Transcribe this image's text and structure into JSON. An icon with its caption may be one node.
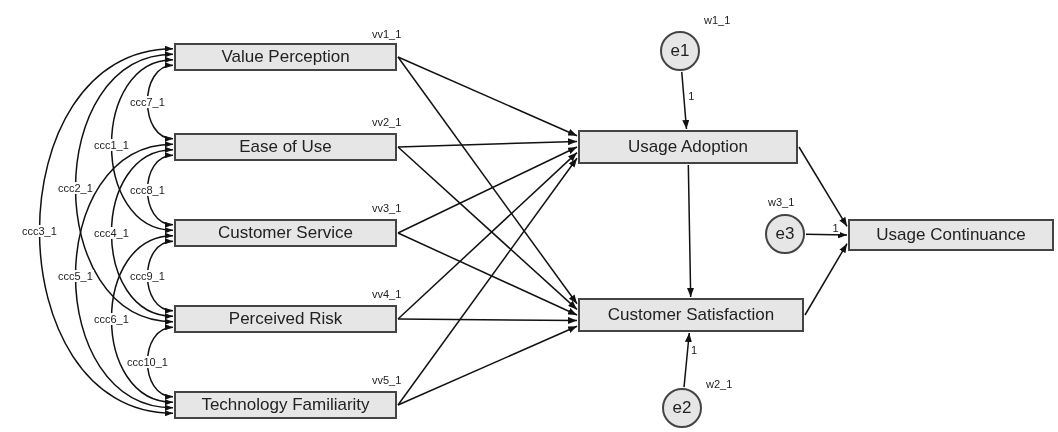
{
  "diagram": {
    "nodes": [
      {
        "text": [
          "Value Perception"
        ],
        "beside": [
          "vv1_1"
        ]
      },
      {
        "text": [
          "Ease of Use"
        ],
        "beside": [
          "vv2_1"
        ]
      },
      {
        "text": [
          "Customer Service"
        ],
        "beside": [
          "vv3_1"
        ]
      },
      {
        "text": [
          "Perceived Risk"
        ],
        "beside": [
          "vv4_1"
        ]
      },
      {
        "text": [
          "Technology Familiarity"
        ],
        "beside": [
          "vv5_1"
        ]
      },
      {
        "text": [
          "Usage Adoption"
        ]
      },
      {
        "text": [
          "Customer Satisfaction"
        ]
      },
      {
        "text": [
          "Usage Continuance"
        ]
      },
      {
        "text": [
          "e1"
        ],
        "beside": [
          "w1_1"
        ]
      },
      {
        "text": [
          "e2"
        ],
        "beside": [
          "w2_1"
        ]
      },
      {
        "text": [
          "e3"
        ],
        "beside": [
          "w3_1"
        ]
      }
    ],
    "edges": [
      {
        "from": 0,
        "to": 1,
        "arrow": "both",
        "label": "ccc7_1"
      },
      {
        "from": 0,
        "to": 2,
        "arrow": "both",
        "label": "ccc1_1"
      },
      {
        "from": 0,
        "to": 3,
        "arrow": "both",
        "label": "ccc2_1"
      },
      {
        "from": 0,
        "to": 4,
        "arrow": "both",
        "label": "ccc3_1"
      },
      {
        "from": 1,
        "to": 2,
        "arrow": "both",
        "label": "ccc8_1"
      },
      {
        "from": 1,
        "to": 3,
        "arrow": "both",
        "label": "ccc4_1"
      },
      {
        "from": 1,
        "to": 4,
        "arrow": "both",
        "label": "ccc5_1"
      },
      {
        "from": 2,
        "to": 3,
        "arrow": "both",
        "label": "ccc9_1"
      },
      {
        "from": 2,
        "to": 4,
        "arrow": "both",
        "label": "ccc6_1"
      },
      {
        "from": 3,
        "to": 4,
        "arrow": "both",
        "label": "ccc10_1"
      },
      {
        "from": 0,
        "to": 5,
        "arrow": "to"
      },
      {
        "from": 0,
        "to": 6,
        "arrow": "to"
      },
      {
        "from": 1,
        "to": 5,
        "arrow": "to"
      },
      {
        "from": 1,
        "to": 6,
        "arrow": "to"
      },
      {
        "from": 2,
        "to": 5,
        "arrow": "to"
      },
      {
        "from": 2,
        "to": 6,
        "arrow": "to"
      },
      {
        "from": 3,
        "to": 5,
        "arrow": "to"
      },
      {
        "from": 3,
        "to": 6,
        "arrow": "to"
      },
      {
        "from": 4,
        "to": 5,
        "arrow": "to"
      },
      {
        "from": 4,
        "to": 6,
        "arrow": "to"
      },
      {
        "from": 8,
        "to": 5,
        "arrow": "to",
        "label": "1"
      },
      {
        "from": 5,
        "to": 6,
        "arrow": "to"
      },
      {
        "from": 9,
        "to": 6,
        "arrow": "to",
        "label": "1"
      },
      {
        "from": 5,
        "to": 7,
        "arrow": "to"
      },
      {
        "from": 10,
        "to": 7,
        "arrow": "to",
        "label": "1"
      },
      {
        "from": 6,
        "to": 7,
        "arrow": "to"
      }
    ]
  }
}
